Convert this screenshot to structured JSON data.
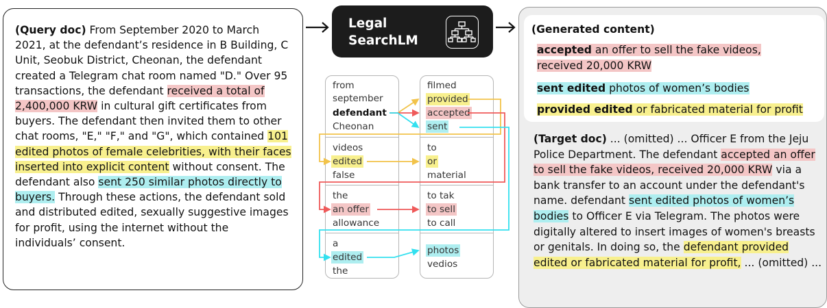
{
  "query": {
    "label": "(Query doc)",
    "t1": " From September 2020 to March 2021, at the defendant’s residence in B Building, C Unit, Seobuk District, Cheonan, the defendant created a Telegram chat room named \"D.\" Over 95 transactions, the defendant ",
    "h1": "received a total of 2,400,000 KRW",
    "t2": " in cultural gift certificates from buyers. The defendant then invited them to other chat rooms, \"E,\" \"F,\" and \"G\", which contained ",
    "h2": "101 edited photos of female celebrities, with their faces inserted into explicit content",
    "t3": " without consent. The defendant also ",
    "h3": "sent 250 similar photos directly to buyers.",
    "t4": " Through these actions, the defendant sold and distributed edited, sexually suggestive images for profit, using the internet without the individuals’ consent."
  },
  "brand": {
    "line1": "Legal",
    "line2": "SearchLM",
    "icon": "hierarchy-icon"
  },
  "arrows": {
    "a1": "→",
    "a2": "→"
  },
  "generated": {
    "title": "(Generated content)",
    "i1_bold": "accepted",
    "i1_rest": " an offer to sell the fake videos,",
    "i1_line2": "received 20,000 KRW",
    "i2_bold": "sent edited",
    "i2_rest": " photos of women’s bodies",
    "i3_bold": "provided edited",
    "i3_rest": " or fabricated material for profit"
  },
  "target": {
    "label": "(Target doc)",
    "t1": " ... (omitted) ... Officer E from the Jeju Police Department. The defendant ",
    "h1": "accepted an offer to sell the fake videos, received 20,000 KRW",
    "t2": " via a bank transfer to an account under the defendant's name. defendant ",
    "h2": "sent edited photos of women’s bodies",
    "t3": " to Officer E via Telegram. The photos were digitally altered to insert images of women's breasts or genitals. In doing so, the ",
    "h3": "defendant provided edited or fabricated material for profit,",
    "t4": " ... (omitted) ..."
  },
  "tokens": {
    "left": [
      [
        "from",
        "september",
        "defendant",
        "Cheonan"
      ],
      [
        "videos",
        "edited",
        "false"
      ],
      [
        "the",
        "an offer",
        "allowance"
      ],
      [
        "a",
        "edited",
        "the"
      ]
    ],
    "right": [
      [
        "filmed",
        "provided",
        "accepted",
        "sent"
      ],
      [
        "to",
        "or",
        "material"
      ],
      [
        "to tak",
        "to sell",
        "to call"
      ],
      [
        "photos",
        "vedios"
      ]
    ]
  },
  "colors": {
    "red": "#f4c6c6",
    "yellow": "#f8f08e",
    "cyan": "#aeeef0",
    "red_line": "#ef5a5a",
    "yellow_line": "#f2c34a",
    "cyan_line": "#33e0ef"
  }
}
